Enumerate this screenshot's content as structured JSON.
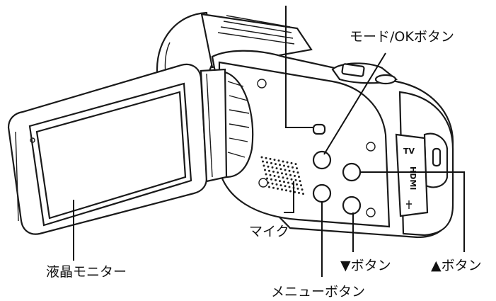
{
  "labels": {
    "mode_ok_button": "モード/OKボタン",
    "mic": "マイク",
    "lcd_monitor": "液晶モニター",
    "down_button": "▼ボタン",
    "up_button": "▲ボタン",
    "menu_button": "メニューボタン"
  },
  "port_labels": {
    "tv": "TV",
    "hdmi": "HDMI"
  }
}
